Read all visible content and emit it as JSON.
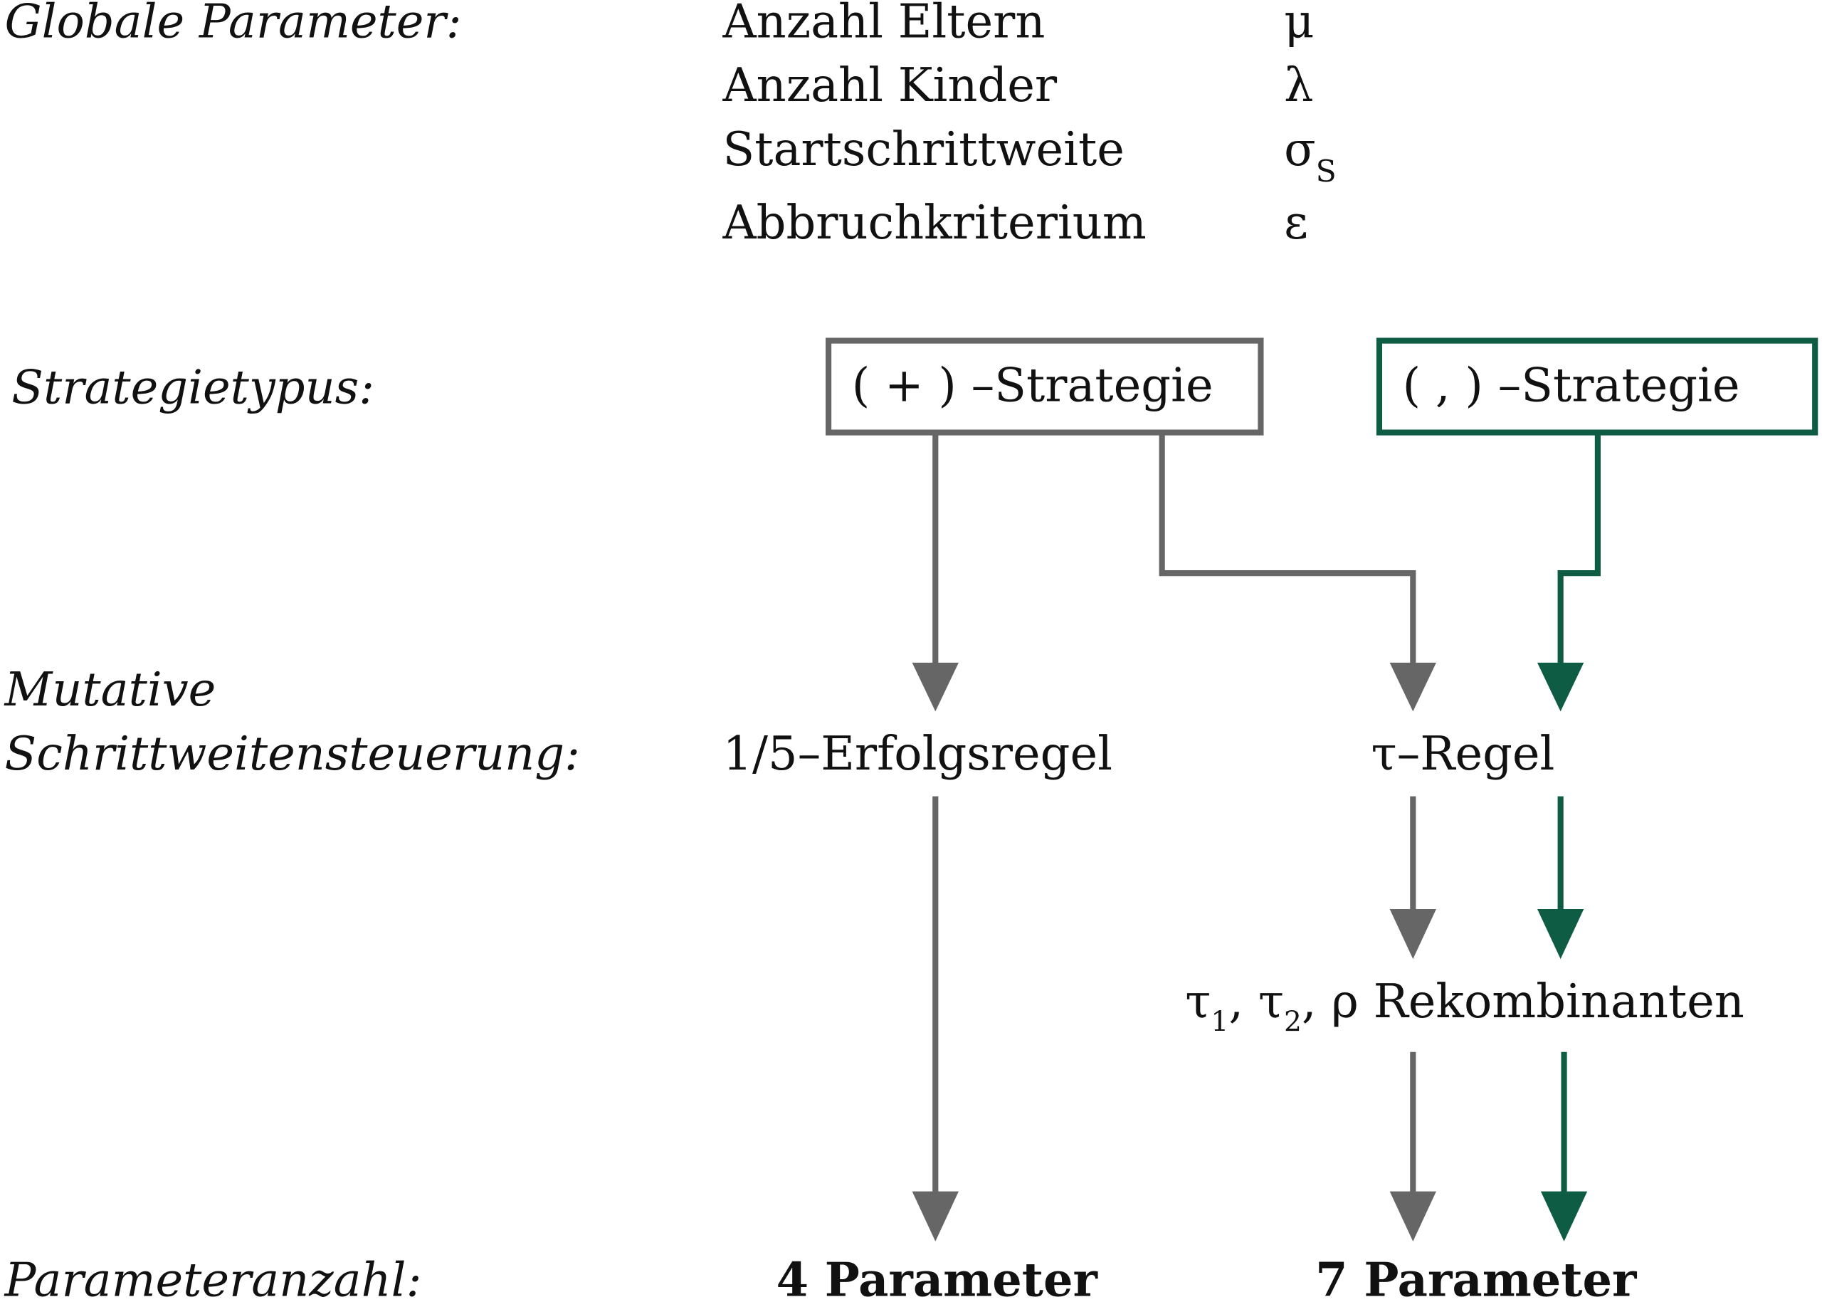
{
  "global": {
    "label": "Globale Parameter:",
    "params": [
      {
        "name": "Anzahl Eltern",
        "symbol": "μ"
      },
      {
        "name": "Anzahl Kinder",
        "symbol": "λ"
      },
      {
        "name": "Startschrittweite",
        "symbol": "σ",
        "subscript": "S"
      },
      {
        "name": "Abbruchkriterium",
        "symbol": "ε"
      }
    ]
  },
  "strategy": {
    "label": "Strategietypus:",
    "plus": "( + ) –Strategie",
    "comma": "( , ) –Strategie"
  },
  "mutation": {
    "label_line1": "Mutative",
    "label_line2": "Schrittweitensteuerung:",
    "rule_plus": "1/5–Erfolgsregel",
    "rule_tau": "τ–Regel",
    "recomb": {
      "t1": "τ",
      "s1": "1",
      "sep1": ", ",
      "t2": "τ",
      "s2": "2",
      "rest": ", ρ Rekombinanten"
    }
  },
  "count": {
    "label": "Parameteranzahl:",
    "plus": "4 Parameter",
    "comma": "7 Parameter"
  },
  "colors": {
    "gray": "#666666",
    "green": "#0d5c43"
  }
}
